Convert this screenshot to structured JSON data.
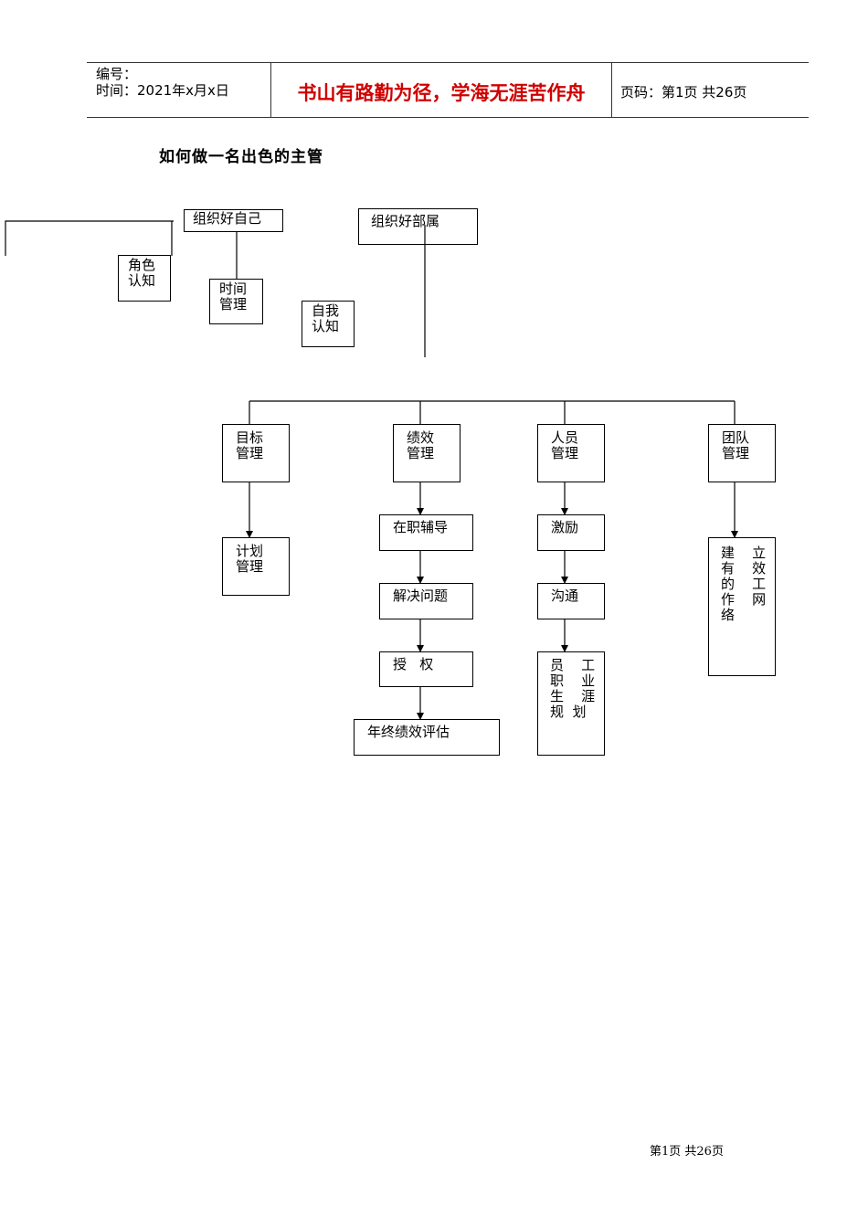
{
  "header": {
    "serial_label": "编号：",
    "time_label": "时间：2021年x月x日",
    "motto": "书山有路勤为径，学海无涯苦作舟",
    "page_label": "页码：第1页 共26页"
  },
  "title": "如何做一名出色的主管",
  "chart": {
    "organize_self": "组织好自己",
    "organize_team": "组织好部属",
    "role_cognition": "角色\n认知",
    "time_management": "时间\n管理",
    "self_cognition": "自我\n认知",
    "goal_management": "目标\n管理",
    "performance_management": "绩效\n管理",
    "personnel_management": "人员\n管理",
    "team_management": "团队\n管理",
    "plan_management": "计划\n管理",
    "on_job_coaching": "在职辅导",
    "problem_solving": "解决问题",
    "authorization": "授   权",
    "annual_review": "年终绩效评估",
    "motivation": "激励",
    "communication": "沟通",
    "career_planning": "员    工\n职    业\n生    涯\n规  划",
    "build_network": "建    立\n有    效\n的    工\n作    网\n络"
  },
  "footer": "第1页 共26页"
}
